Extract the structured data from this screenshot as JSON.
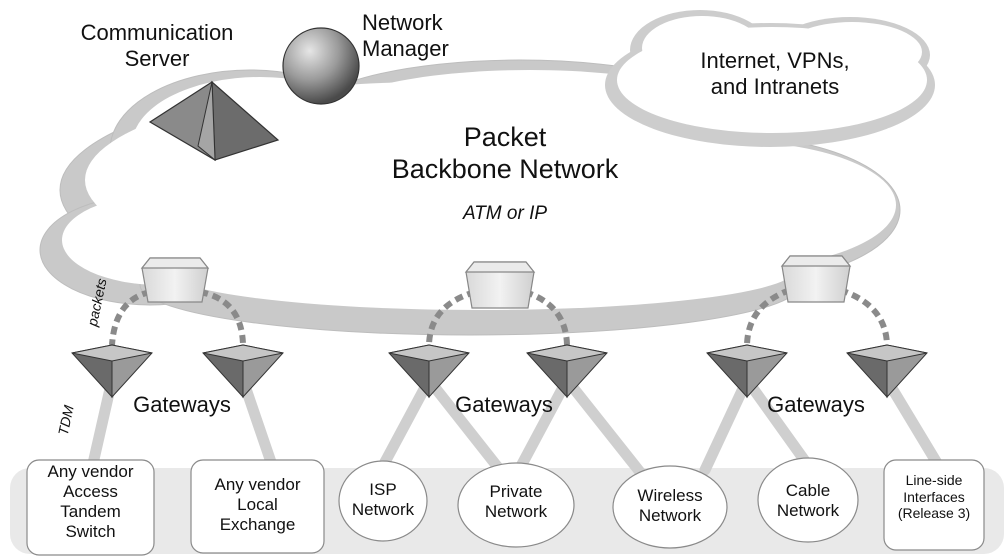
{
  "labels": {
    "communication_server": "Communication\nServer",
    "network_manager": "Network\nManager",
    "internet": "Internet, VPNs,\nand Intranets",
    "backbone_title": "Packet\nBackbone Network",
    "backbone_subtitle": "ATM or IP",
    "packets": "packets",
    "tdm": "TDM",
    "gateways": [
      "Gateways",
      "Gateways",
      "Gateways"
    ]
  },
  "networks": [
    "Any vendor\nAccess\nTandem\nSwitch",
    "Any vendor\nLocal\nExchange",
    "ISP\nNetwork",
    "Private\nNetwork",
    "Wireless\nNetwork",
    "Cable\nNetwork",
    "Line-side\nInterfaces\n(Release 3)"
  ],
  "colors": {
    "cloud_shadow": "#c8c8c8",
    "cloud_fill": "#ffffff",
    "link_gray": "#cfcfcf",
    "packet_link": "#888888",
    "bottom_band": "#e9e9e9",
    "device_dark": "#6a6a6a",
    "device_mid": "#8c8c8c",
    "device_light": "#bdbdbd"
  },
  "icons": {
    "communication_server": "pyramid-icon",
    "network_manager": "sphere-icon",
    "switch": "backbone-switch-icon",
    "gateway": "gateway-icon"
  }
}
